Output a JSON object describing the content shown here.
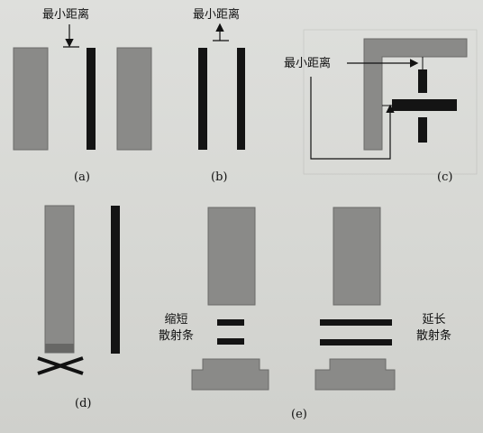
{
  "figure": {
    "panels": [
      {
        "id": "a",
        "label": "(a)",
        "annotation": "最小距离"
      },
      {
        "id": "b",
        "label": "(b)",
        "annotation": "最小距离"
      },
      {
        "id": "c",
        "label": "(c)",
        "annotation": "最小距离"
      },
      {
        "id": "d",
        "label": "(d)"
      },
      {
        "id": "e",
        "label": "(e)",
        "left_text": "缩短\n散射条",
        "right_text": "延长\n散射条"
      }
    ],
    "colors": {
      "gray_shape": "#8a8a88",
      "black_bar": "#141414",
      "line": "#111111"
    }
  }
}
